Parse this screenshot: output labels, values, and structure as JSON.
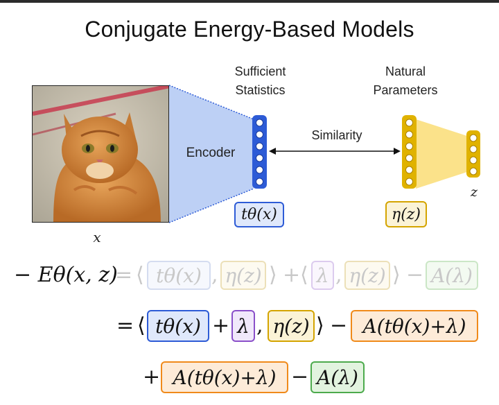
{
  "title": "Conjugate Energy-Based Models",
  "labels": {
    "sufficient_statistics_1": "Sufficient",
    "sufficient_statistics_2": "Statistics",
    "natural_parameters_1": "Natural",
    "natural_parameters_2": "Parameters",
    "encoder": "Encoder",
    "similarity": "Similarity",
    "x_var": "x",
    "z_var": "z",
    "t_box": "tθ(x)",
    "eta_box": "η(z)"
  },
  "equation": {
    "line1": {
      "lhs": "− Eθ(x, z)",
      "eq": "=",
      "open1": "⟨",
      "t": "tθ(x)",
      "comma1": ",",
      "eta1": "η(z)",
      "close1": "⟩",
      "plus1": "+",
      "open2": "⟨",
      "lambda": "λ",
      "comma2": ",",
      "eta2": "η(z)",
      "close2": "⟩",
      "minus1": "−",
      "a_lambda": "A(λ)"
    },
    "line2": {
      "eq": "=",
      "open": "⟨",
      "t": "tθ(x)",
      "plus": "+",
      "lambda": "λ",
      "comma": ",",
      "eta": "η(z)",
      "close": "⟩",
      "minus": "−",
      "a_sum": "A(tθ(x)+λ)"
    },
    "line3": {
      "plus": "+",
      "a_sum": "A(tθ(x)+λ)",
      "minus": "−",
      "a_lambda": "A(λ)"
    }
  },
  "colors": {
    "blue_border": "#2d5bd6",
    "blue_fill": "#dfe8fb",
    "yellow_border": "#d4a400",
    "yellow_fill": "#fbf3d6",
    "purple_border": "#8a4fc9",
    "purple_fill": "#f1e8fb",
    "orange_border": "#f08a1a",
    "orange_fill": "#fdebd8",
    "green_border": "#4caa4c",
    "green_fill": "#e2f3df"
  }
}
